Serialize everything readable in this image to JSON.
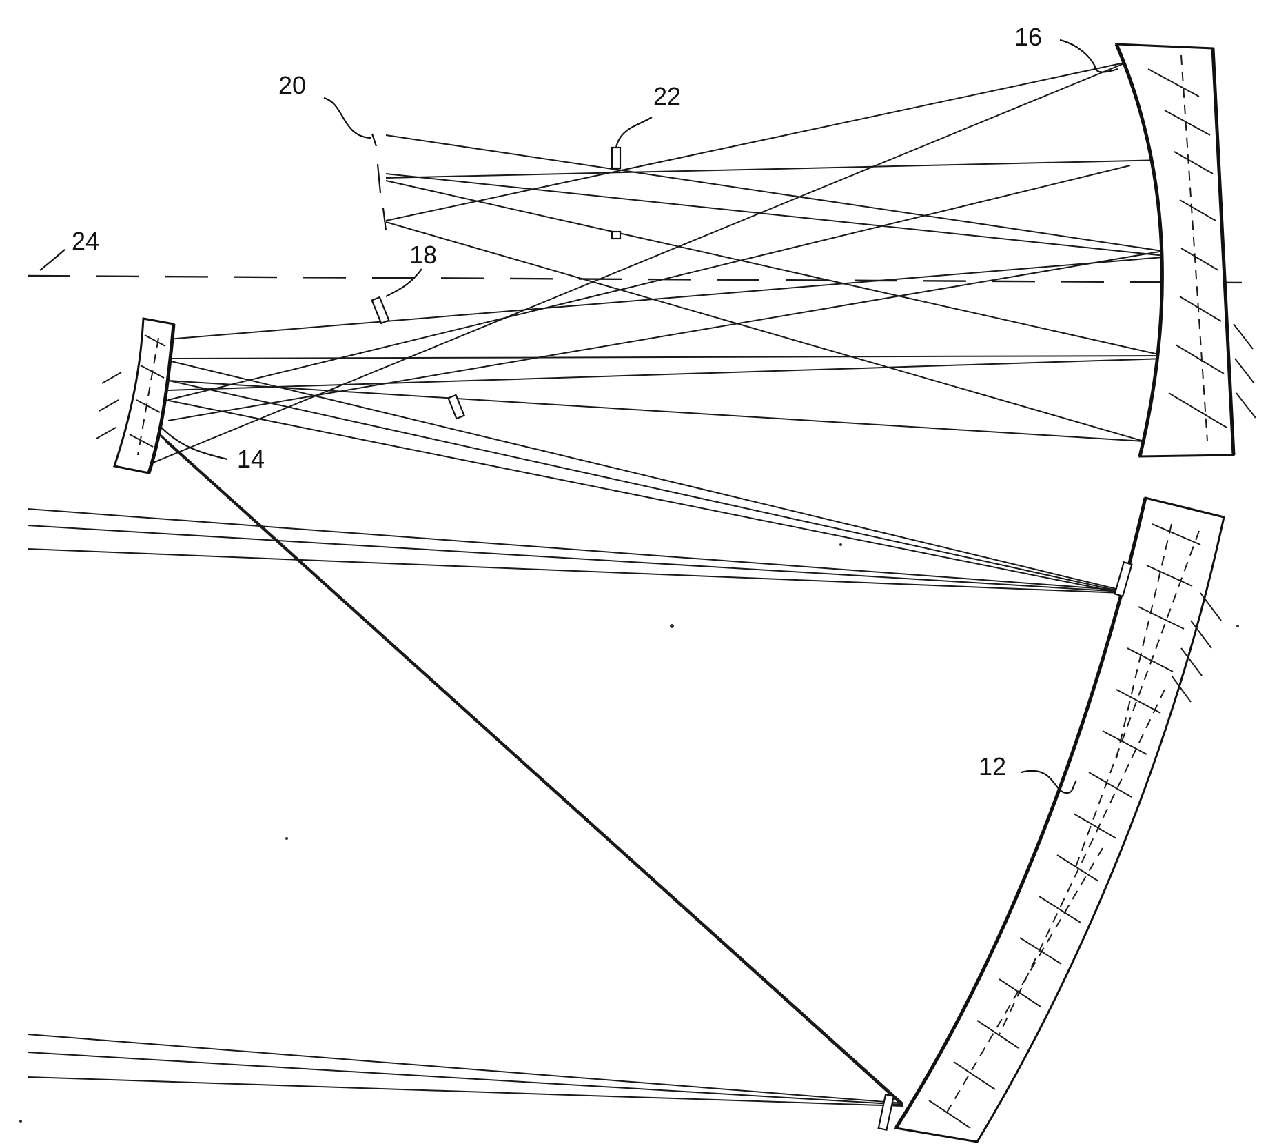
{
  "figure": {
    "labels": {
      "primary_mirror": "12",
      "secondary_mirror": "14",
      "tertiary_mirror": "16",
      "fold_element": "18",
      "focal_plane": "20",
      "stop": "22",
      "optical_axis": "24"
    }
  }
}
